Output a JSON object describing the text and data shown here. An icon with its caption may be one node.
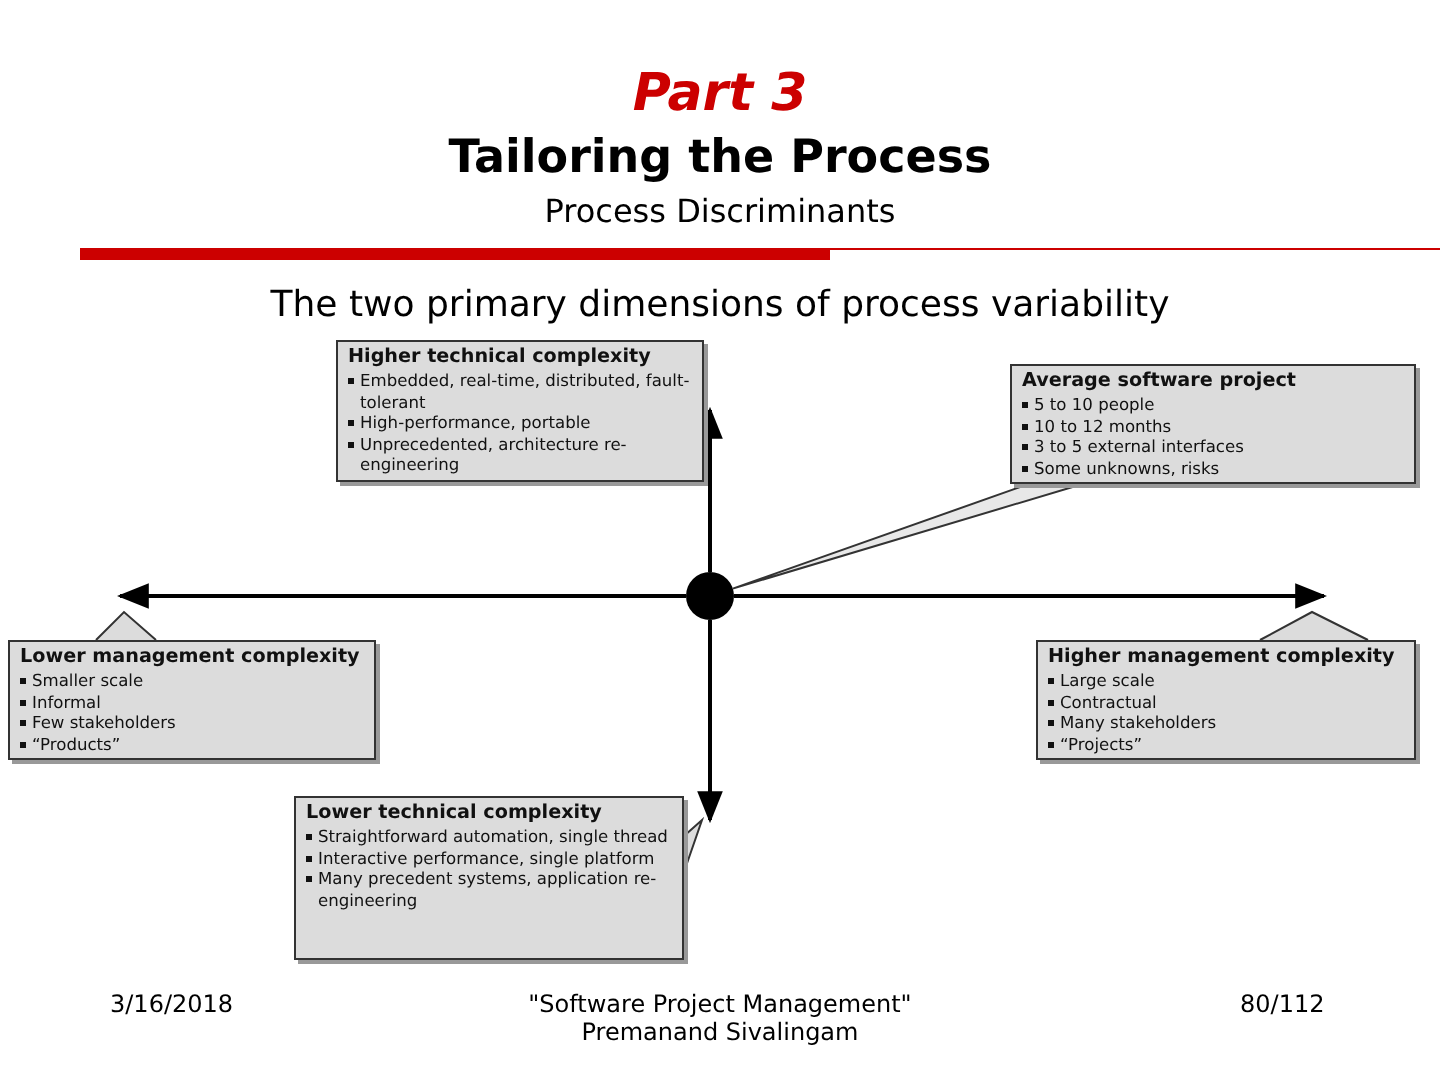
{
  "diagram": {
    "title": "Tailoring the Process",
    "nodes": [
      {
        "text": [
          "Higher technical complexity",
          "Embedded, real-time, distributed, fault-tolerant",
          "High-performance, portable",
          "Unprecedented, architecture re-engineering"
        ]
      },
      {
        "text": [
          "Average software project",
          "5 to 10 people",
          "10 to 12 months",
          "3 to 5 external interfaces",
          "Some unknowns, risks"
        ]
      },
      {
        "text": [
          "Lower management complexity",
          "Smaller scale",
          "Informal",
          "Few stakeholders",
          "“Products”"
        ]
      },
      {
        "text": [
          "Higher management complexity",
          "Large scale",
          "Contractual",
          "Many stakeholders",
          "“Projects”"
        ]
      },
      {
        "text": [
          "Lower technical complexity",
          "Straightforward automation, single thread",
          "Interactive performance, single platform",
          "Many precedent systems, application re-engineering"
        ]
      },
      {
        "text": [],
        "shape": "circle"
      }
    ],
    "edges": [
      {
        "from": 1,
        "to": 5,
        "arrow": "none"
      },
      {
        "from": 5,
        "to": 0,
        "arrow": "to"
      },
      {
        "from": 5,
        "to": 3,
        "arrow": "to"
      },
      {
        "from": 5,
        "to": 4,
        "arrow": "to"
      },
      {
        "from": 5,
        "to": 2,
        "arrow": "to"
      }
    ],
    "labels": [
      "Part 3",
      "Process Discriminants",
      "The two primary dimensions of process variability",
      "3/16/2018",
      "\"Software Project Management\" Premanand Sivalingam",
      "80/112"
    ]
  }
}
